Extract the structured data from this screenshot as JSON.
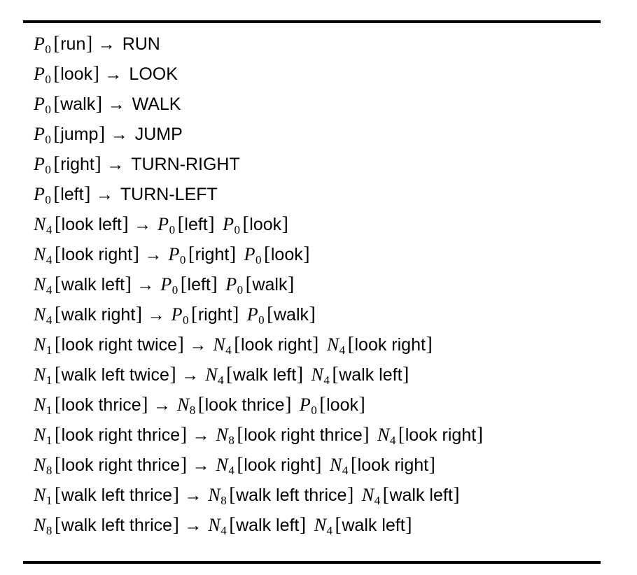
{
  "figure": {
    "type": "grammar-rule-table",
    "background": "#ffffff",
    "foreground": "#000000",
    "arrow_glyph": "→",
    "open_bracket": "[",
    "close_bracket": "]",
    "rules": [
      {
        "lhs": {
          "symbol": "P",
          "subscript": "0",
          "argument": "run"
        },
        "rhs": [
          {
            "kind": "terminal",
            "text": "RUN"
          }
        ]
      },
      {
        "lhs": {
          "symbol": "P",
          "subscript": "0",
          "argument": "look"
        },
        "rhs": [
          {
            "kind": "terminal",
            "text": "LOOK"
          }
        ]
      },
      {
        "lhs": {
          "symbol": "P",
          "subscript": "0",
          "argument": "walk"
        },
        "rhs": [
          {
            "kind": "terminal",
            "text": "WALK"
          }
        ]
      },
      {
        "lhs": {
          "symbol": "P",
          "subscript": "0",
          "argument": "jump"
        },
        "rhs": [
          {
            "kind": "terminal",
            "text": "JUMP"
          }
        ]
      },
      {
        "lhs": {
          "symbol": "P",
          "subscript": "0",
          "argument": "right"
        },
        "rhs": [
          {
            "kind": "terminal",
            "text": "TURN-RIGHT"
          }
        ]
      },
      {
        "lhs": {
          "symbol": "P",
          "subscript": "0",
          "argument": "left"
        },
        "rhs": [
          {
            "kind": "terminal",
            "text": "TURN-LEFT"
          }
        ]
      },
      {
        "lhs": {
          "symbol": "N",
          "subscript": "4",
          "argument": "look left"
        },
        "rhs": [
          {
            "kind": "nonterminal",
            "symbol": "P",
            "subscript": "0",
            "argument": "left"
          },
          {
            "kind": "nonterminal",
            "symbol": "P",
            "subscript": "0",
            "argument": "look"
          }
        ]
      },
      {
        "lhs": {
          "symbol": "N",
          "subscript": "4",
          "argument": "look right"
        },
        "rhs": [
          {
            "kind": "nonterminal",
            "symbol": "P",
            "subscript": "0",
            "argument": "right"
          },
          {
            "kind": "nonterminal",
            "symbol": "P",
            "subscript": "0",
            "argument": "look"
          }
        ]
      },
      {
        "lhs": {
          "symbol": "N",
          "subscript": "4",
          "argument": "walk left"
        },
        "rhs": [
          {
            "kind": "nonterminal",
            "symbol": "P",
            "subscript": "0",
            "argument": "left"
          },
          {
            "kind": "nonterminal",
            "symbol": "P",
            "subscript": "0",
            "argument": "walk"
          }
        ]
      },
      {
        "lhs": {
          "symbol": "N",
          "subscript": "4",
          "argument": "walk right"
        },
        "rhs": [
          {
            "kind": "nonterminal",
            "symbol": "P",
            "subscript": "0",
            "argument": "right"
          },
          {
            "kind": "nonterminal",
            "symbol": "P",
            "subscript": "0",
            "argument": "walk"
          }
        ]
      },
      {
        "lhs": {
          "symbol": "N",
          "subscript": "1",
          "argument": "look right twice"
        },
        "rhs": [
          {
            "kind": "nonterminal",
            "symbol": "N",
            "subscript": "4",
            "argument": "look right"
          },
          {
            "kind": "nonterminal",
            "symbol": "N",
            "subscript": "4",
            "argument": "look right"
          }
        ]
      },
      {
        "lhs": {
          "symbol": "N",
          "subscript": "1",
          "argument": "walk left twice"
        },
        "rhs": [
          {
            "kind": "nonterminal",
            "symbol": "N",
            "subscript": "4",
            "argument": "walk left"
          },
          {
            "kind": "nonterminal",
            "symbol": "N",
            "subscript": "4",
            "argument": "walk left"
          }
        ]
      },
      {
        "lhs": {
          "symbol": "N",
          "subscript": "1",
          "argument": "look thrice"
        },
        "rhs": [
          {
            "kind": "nonterminal",
            "symbol": "N",
            "subscript": "8",
            "argument": "look thrice"
          },
          {
            "kind": "nonterminal",
            "symbol": "P",
            "subscript": "0",
            "argument": "look"
          }
        ]
      },
      {
        "lhs": {
          "symbol": "N",
          "subscript": "1",
          "argument": "look right thrice"
        },
        "rhs": [
          {
            "kind": "nonterminal",
            "symbol": "N",
            "subscript": "8",
            "argument": "look right thrice"
          },
          {
            "kind": "nonterminal",
            "symbol": "N",
            "subscript": "4",
            "argument": "look right"
          }
        ]
      },
      {
        "lhs": {
          "symbol": "N",
          "subscript": "8",
          "argument": "look right thrice"
        },
        "rhs": [
          {
            "kind": "nonterminal",
            "symbol": "N",
            "subscript": "4",
            "argument": "look right"
          },
          {
            "kind": "nonterminal",
            "symbol": "N",
            "subscript": "4",
            "argument": "look right"
          }
        ]
      },
      {
        "lhs": {
          "symbol": "N",
          "subscript": "1",
          "argument": "walk left thrice"
        },
        "rhs": [
          {
            "kind": "nonterminal",
            "symbol": "N",
            "subscript": "8",
            "argument": "walk left thrice"
          },
          {
            "kind": "nonterminal",
            "symbol": "N",
            "subscript": "4",
            "argument": "walk left"
          }
        ]
      },
      {
        "lhs": {
          "symbol": "N",
          "subscript": "8",
          "argument": "walk left thrice"
        },
        "rhs": [
          {
            "kind": "nonterminal",
            "symbol": "N",
            "subscript": "4",
            "argument": "walk left"
          },
          {
            "kind": "nonterminal",
            "symbol": "N",
            "subscript": "4",
            "argument": "walk left"
          }
        ]
      }
    ]
  }
}
